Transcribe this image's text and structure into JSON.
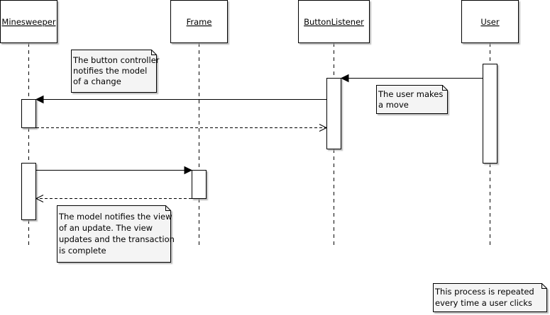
{
  "lifelines": [
    {
      "id": "minesweeper",
      "label": "Minesweeper"
    },
    {
      "id": "frame",
      "label": "Frame"
    },
    {
      "id": "buttonlistener",
      "label": "ButtonListener"
    },
    {
      "id": "user",
      "label": "User"
    }
  ],
  "notes": [
    {
      "id": "controller",
      "lines": [
        "The button controller",
        "notifies the model",
        "of a change"
      ]
    },
    {
      "id": "user-move",
      "lines": [
        "The user makes",
        "a move"
      ]
    },
    {
      "id": "model-view",
      "lines": [
        "The model notifies the view",
        "of an update. The view",
        "updates and the transaction",
        "is complete"
      ]
    },
    {
      "id": "repeat",
      "lines": [
        "This process is repeated",
        "every time a user clicks"
      ]
    }
  ],
  "messages": [
    {
      "from": "user",
      "to": "buttonlistener",
      "kind": "call"
    },
    {
      "from": "buttonlistener",
      "to": "minesweeper",
      "kind": "call"
    },
    {
      "from": "minesweeper",
      "to": "buttonlistener",
      "kind": "return"
    },
    {
      "from": "minesweeper",
      "to": "frame",
      "kind": "call"
    },
    {
      "from": "frame",
      "to": "minesweeper",
      "kind": "return"
    }
  ],
  "colors": {
    "line": "#000000",
    "box": "#ffffff",
    "note": "#f4f4f4",
    "shadow": "#c0c0c0"
  }
}
